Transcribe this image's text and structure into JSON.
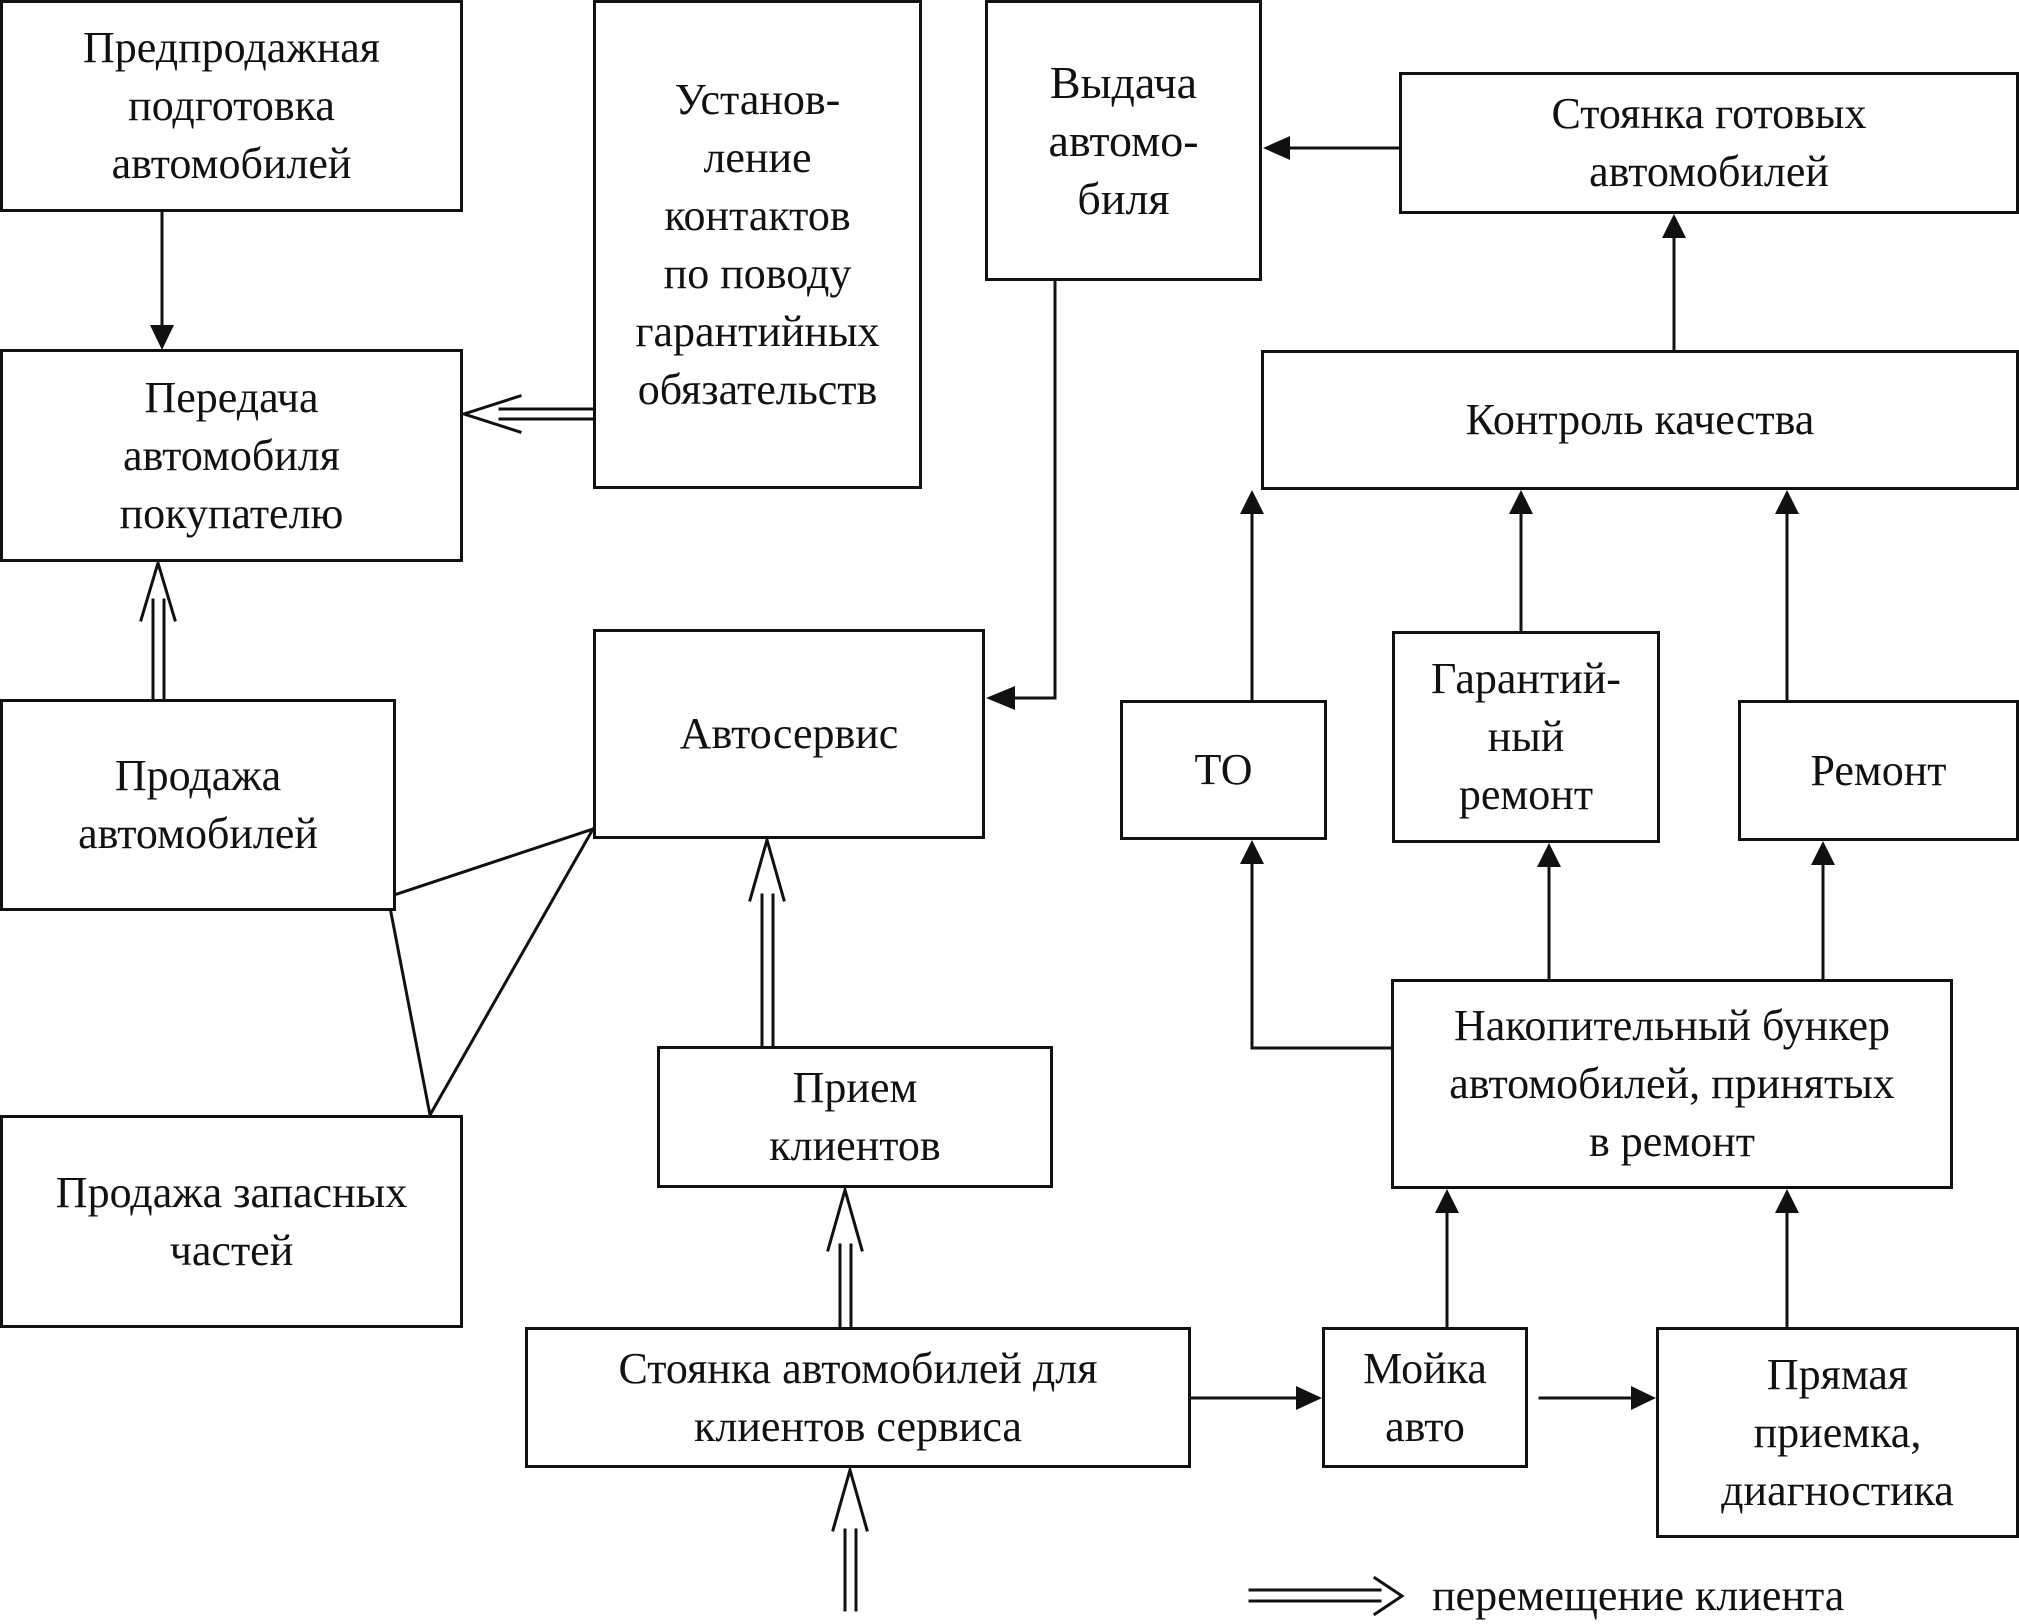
{
  "blocks": {
    "predprodazhnaya": "Предпродажная\nподготовка\nавтомобилей",
    "ustanovlenie": "Установ-\nление\nконтактов\nпо поводу\nгарантийных\nобязательств",
    "vydacha": "Выдача\nавтомо-\nбиля",
    "stoyanka_gotovyh": "Стоянка готовых\nавтомобилей",
    "peredacha": "Передача\nавтомобиля\nпокупателю",
    "kontrol": "Контроль качества",
    "avtoservis": "Автосервис",
    "prodazha_avto": "Продажа\nавтомобилей",
    "to": "ТО",
    "garantiyny": "Гарантий-\nный\nремонт",
    "remont": "Ремонт",
    "nakopitelny": "Накопительный бункер\nавтомобилей, принятых\nв ремонт",
    "priem": "Прием\nклиентов",
    "prodazha_zapchastey": "Продажа запасных\nчастей",
    "stoyanka_klientov": "Стоянка автомобилей для\nклиентов сервиса",
    "moyka": "Мойка\nавто",
    "pryamaya": "Прямая\nприемка,\nдиагностика"
  },
  "legend": {
    "label": "перемещение клиента"
  }
}
